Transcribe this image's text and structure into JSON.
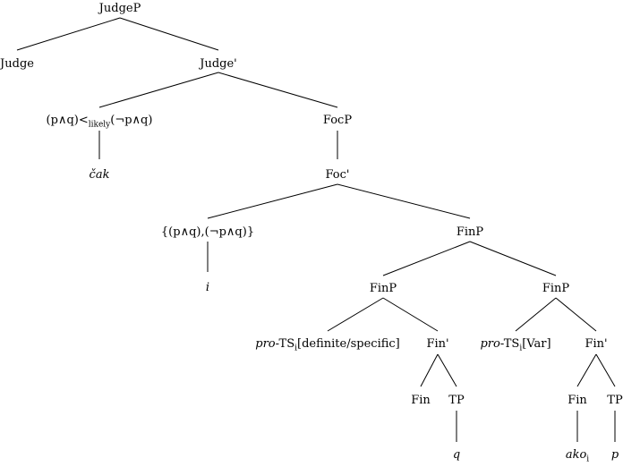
{
  "nodes": {
    "judgep": "JudgeP",
    "judge": "Judge",
    "judge_bar": "Judge'",
    "spec_pre": "(p∧q)<",
    "spec_sub": "likely",
    "spec_post": "(¬p∧q)",
    "cak": "čak",
    "focp": "FocP",
    "foc_bar": "Foc'",
    "set": "{(p∧q),(¬p∧q)}",
    "i": "i",
    "finp_top": "FinP",
    "finp_left": "FinP",
    "finp_right": "FinP",
    "pro_left_it": "pro",
    "pro_left_ts": "-TS",
    "pro_left_idx": "i",
    "pro_left_feat": "[definite/specific]",
    "fin_bar_left": "Fin'",
    "pro_right_it": "pro",
    "pro_right_ts": "-TS",
    "pro_right_idx": "i",
    "pro_right_feat": "[Var]",
    "fin_bar_right": "Fin'",
    "fin_left": "Fin",
    "tp_left": "TP",
    "q": "q",
    "fin_right": "Fin",
    "tp_right": "TP",
    "ako": "ako",
    "ako_idx": "i",
    "p": "p"
  }
}
